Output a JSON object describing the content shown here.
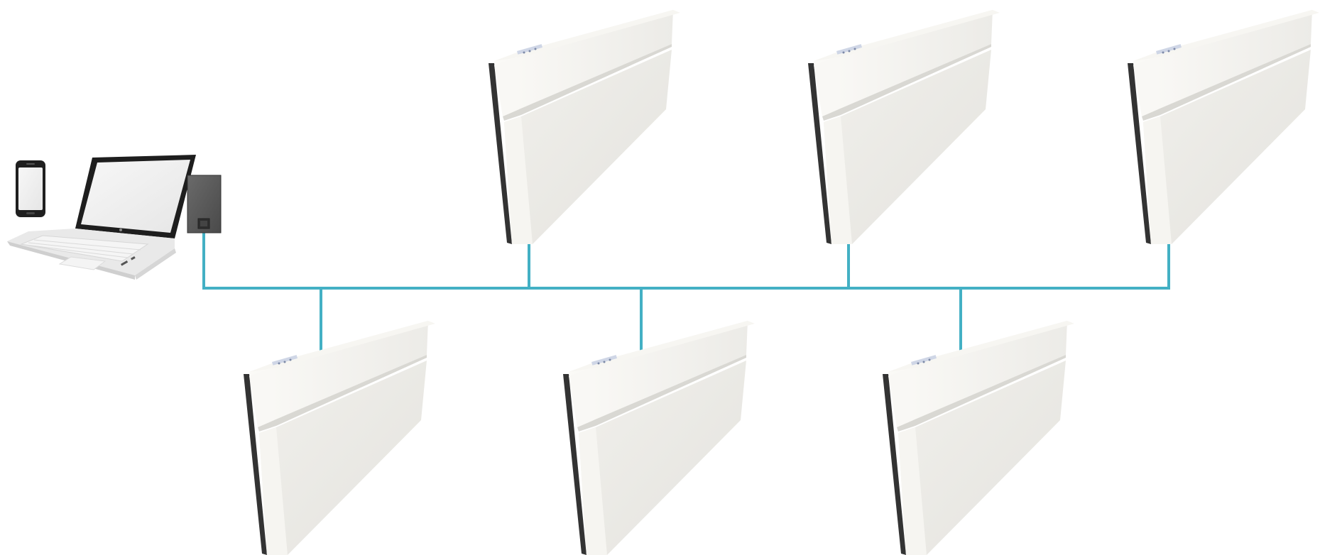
{
  "diagram": {
    "type": "network-topology",
    "colors": {
      "background": "#ffffff",
      "cable": "#43b0c4",
      "unit_front": "#f4f3f0",
      "unit_face": "#ebeae6",
      "unit_side": "#e2e1dc",
      "unit_edge": "#3a3a3a",
      "gateway": "#5b5b5b"
    },
    "controllers": [
      {
        "icon": "smartphone-icon"
      },
      {
        "icon": "laptop-icon"
      }
    ],
    "gateway": {
      "icon": "gateway-box-icon"
    },
    "heaters": [
      {
        "id": "heater-top-1",
        "row": "top"
      },
      {
        "id": "heater-top-2",
        "row": "top"
      },
      {
        "id": "heater-top-3",
        "row": "top"
      },
      {
        "id": "heater-bottom-1",
        "row": "bottom"
      },
      {
        "id": "heater-bottom-2",
        "row": "bottom"
      },
      {
        "id": "heater-bottom-3",
        "row": "bottom"
      }
    ]
  }
}
